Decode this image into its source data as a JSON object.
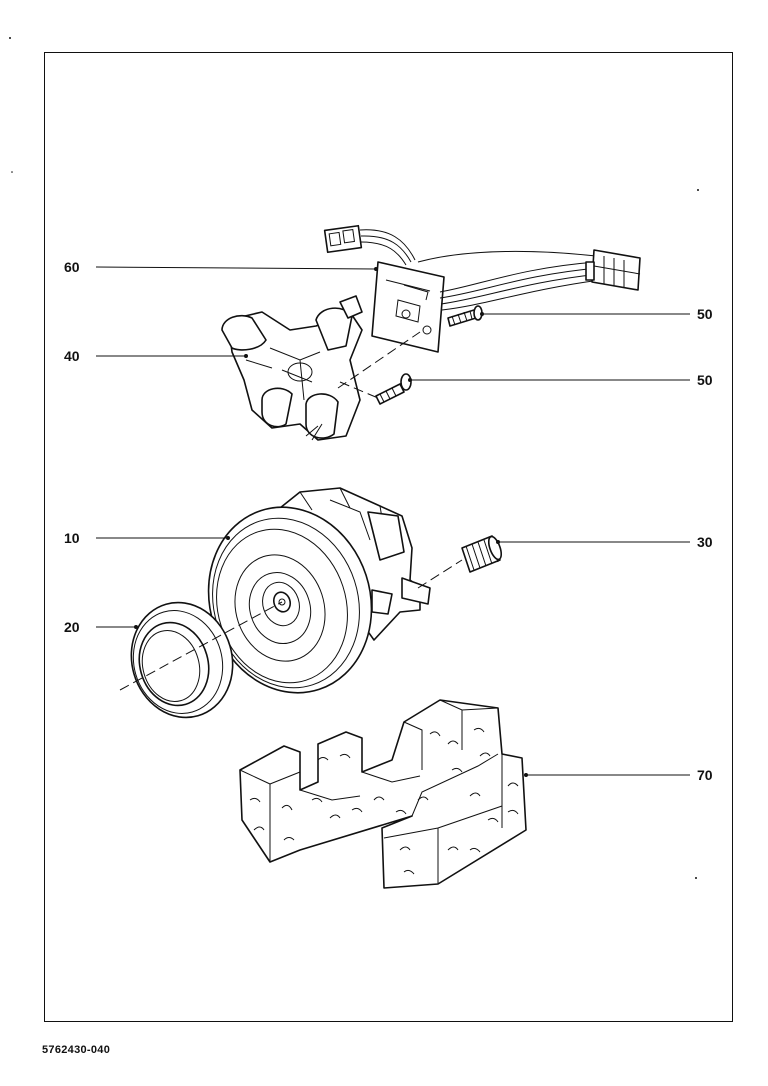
{
  "callouts": [
    {
      "id": "60"
    },
    {
      "id": "40"
    },
    {
      "id": "50"
    },
    {
      "id": "50"
    },
    {
      "id": "10"
    },
    {
      "id": "20"
    },
    {
      "id": "30"
    },
    {
      "id": "70"
    }
  ],
  "labels": {
    "c60": "60",
    "c40": "40",
    "c50a": "50",
    "c50b": "50",
    "c10": "10",
    "c20": "20",
    "c30": "30",
    "c70": "70"
  },
  "footer": {
    "document_number": "5762430-040"
  }
}
